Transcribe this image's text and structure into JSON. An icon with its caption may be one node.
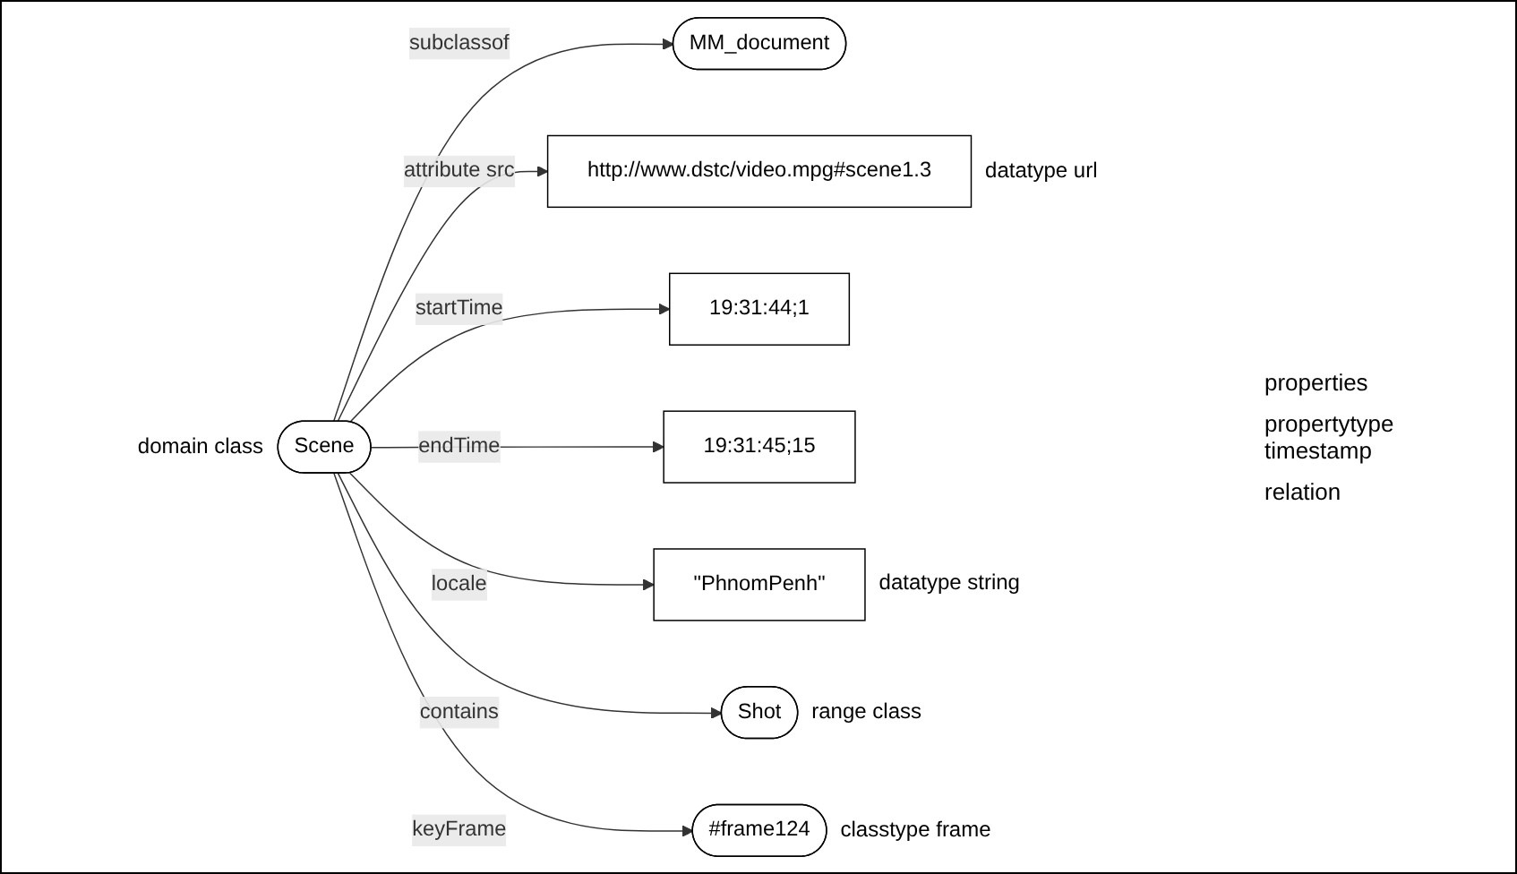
{
  "diagram": {
    "nodes": [
      {
        "text": [
          "MM_document"
        ]
      },
      {
        "text": [
          "Scene"
        ],
        "beside": [
          "domain class"
        ]
      },
      {
        "text": [
          "http://www.dstc/video.mpg#scene1.3"
        ],
        "beside": [
          "datatype url"
        ]
      },
      {
        "text": [
          "19:31:44;1"
        ]
      },
      {
        "text": [
          "19:31:45;15"
        ]
      },
      {
        "text": [
          "\"PhnomPenh\""
        ],
        "beside": [
          "datatype string"
        ]
      },
      {
        "text": [
          "Shot"
        ],
        "beside": [
          "range class"
        ]
      },
      {
        "text": [
          "#frame124"
        ],
        "beside": [
          "classtype frame"
        ]
      }
    ],
    "edges": [
      {
        "from": 1,
        "to": 0,
        "arrow": "to",
        "label": "subclassof"
      },
      {
        "from": 1,
        "to": 2,
        "arrow": "to",
        "label": "attribute src"
      },
      {
        "from": 1,
        "to": 3,
        "arrow": "to",
        "label": "startTime"
      },
      {
        "from": 1,
        "to": 4,
        "arrow": "to",
        "label": "endTime"
      },
      {
        "from": 1,
        "to": 5,
        "arrow": "to",
        "label": "locale"
      },
      {
        "from": 1,
        "to": 6,
        "arrow": "to",
        "label": "contains"
      },
      {
        "from": 1,
        "to": 7,
        "arrow": "to",
        "label": "keyFrame"
      }
    ],
    "labels": [
      "properties",
      "propertytype timestamp",
      "relation"
    ]
  }
}
